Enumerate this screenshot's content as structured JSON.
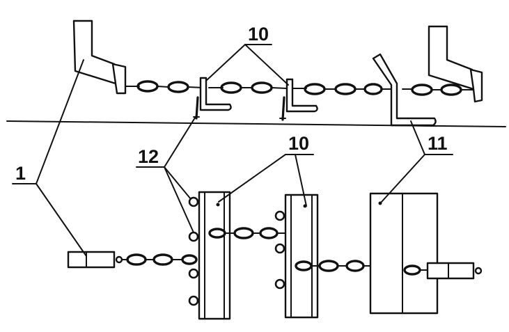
{
  "labels": {
    "l1": "1",
    "l10_top": "10",
    "l10_bottom": "10",
    "l11": "11",
    "l12": "12"
  },
  "colors": {
    "ink": "#111111",
    "paper": "#ffffff"
  }
}
